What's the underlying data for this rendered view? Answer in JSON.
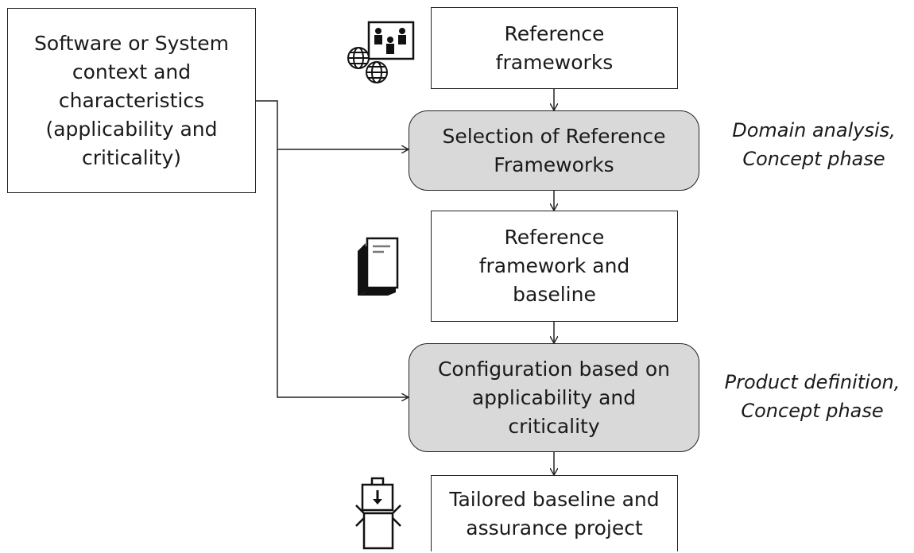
{
  "context_box": {
    "lines": [
      "Software or System",
      "context and",
      "characteristics",
      "(applicability and",
      "criticality)"
    ]
  },
  "reference_frameworks": {
    "lines": [
      "Reference",
      "frameworks"
    ]
  },
  "selection": {
    "lines": [
      "Selection of Reference",
      "Frameworks"
    ]
  },
  "framework_baseline": {
    "lines": [
      "Reference",
      "framework and",
      "baseline"
    ]
  },
  "configuration": {
    "lines": [
      "Configuration based on",
      "applicability and",
      "criticality"
    ]
  },
  "tailored": {
    "lines": [
      "Tailored baseline and",
      "assurance project"
    ]
  },
  "phase_labels": {
    "domain": [
      "Domain analysis,",
      "Concept phase"
    ],
    "product": [
      "Product definition,",
      "Concept phase"
    ]
  },
  "icons": {
    "people": "people-globe-icon",
    "documents": "document-stack-icon",
    "package": "package-box-icon"
  }
}
